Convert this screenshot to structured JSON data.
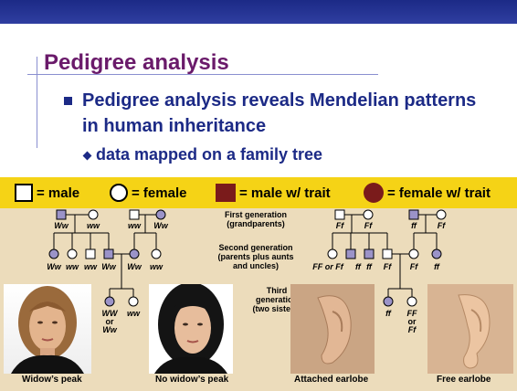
{
  "slide": {
    "title": "Pedigree analysis",
    "bullet1": "Pedigree analysis reveals Mendelian patterns in human inheritance",
    "bullet2": "data mapped on a family tree"
  },
  "legend": {
    "male": "= male",
    "female": "= female",
    "male_trait": "= male w/ trait",
    "female_trait": "= female w/ trait"
  },
  "generations": {
    "first_line1": "First generation",
    "first_line2": "(grandparents)",
    "second_line1": "Second generation",
    "second_line2": "(parents plus aunts",
    "second_line3": "and uncles)",
    "third_line1": "Third",
    "third_line2": "generation",
    "third_line3": "(two sisters)"
  },
  "left_pedigree": {
    "g1": [
      "Ww",
      "ww",
      "ww",
      "Ww"
    ],
    "g2": [
      "Ww",
      "ww",
      "ww",
      "Ww",
      "Ww",
      "ww"
    ],
    "g3_a1": "WW",
    "g3_a2": "or",
    "g3_a3": "Ww",
    "g3_b": "ww"
  },
  "right_pedigree": {
    "g1": [
      "Ff",
      "Ff",
      "ff",
      "Ff"
    ],
    "g2_first": "FF or Ff",
    "g2": [
      "ff",
      "ff",
      "Ff",
      "Ff",
      "ff"
    ],
    "g3_a": "ff",
    "g3_b1": "FF",
    "g3_b2": "or",
    "g3_b3": "Ff"
  },
  "captions": {
    "widows_peak": "Widow’s peak",
    "no_widows_peak": "No widow’s peak",
    "attached": "Attached earlobe",
    "free": "Free earlobe"
  },
  "colors": {
    "title": "#6a1a6a",
    "text": "#1c2a86",
    "legend_bg": "#f5d316",
    "trait_fill": "#7a1b1b",
    "symbol_fill": "#9b93c8",
    "panel_bg": "#ecdcbb"
  }
}
